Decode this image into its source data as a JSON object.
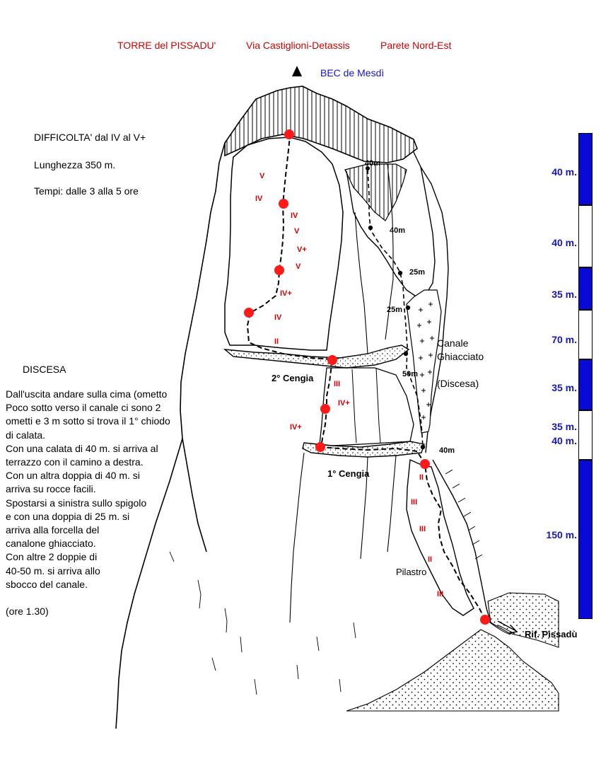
{
  "header": {
    "title_left": "TORRE del PISSADU'",
    "title_mid": "Via Castiglioni-Detassis",
    "title_right": "Parete Nord-Est"
  },
  "summit_label": "BEC de Mesdì",
  "info": {
    "difficulty": "DIFFICOLTA'  dal IV al V+",
    "length": "Lunghezza  350 m.",
    "times": "Tempi:  dalle 3 alla 5 ore"
  },
  "descent": {
    "heading": "DISCESA",
    "lines": [
      "Dall'uscita andare sulla cima (ometto",
      "Poco sotto verso il canale ci sono 2",
      "ometti e 3 m sotto si trova il 1° chiodo",
      "di calata.",
      "Con una calata di 40 m. si arriva al",
      "terrazzo con il camino a destra.",
      "Con un altra doppia di 40 m. si",
      "arriva su rocce facili.",
      "Spostarsi a sinistra sullo spigolo",
      "e con una doppia di 25 m. si",
      "arriva alla forcella del",
      "canalone ghiacciato.",
      "Con altre 2 doppie di",
      "40-50 m. si arriva allo",
      "sbocco del canale.",
      "",
      "(ore 1.30)"
    ]
  },
  "features": {
    "ledge_2": "2° Cengia",
    "ledge_1": "1° Cengia",
    "gully_line1": "Canale",
    "gully_line2": "Ghiacciato",
    "gully_line3": "(Discesa)",
    "pillar": "Pilastro",
    "hut": "Rif. Pissadù"
  },
  "rappels": [
    "40m",
    "40m",
    "25m",
    "25m",
    "50m",
    "40m"
  ],
  "grades": [
    "V",
    "IV",
    "IV",
    "V",
    "V+",
    "V",
    "IV+",
    "IV",
    "II",
    "III",
    "IV+",
    "IV+",
    "II",
    "III",
    "III",
    "II",
    "III"
  ],
  "length_scale": [
    {
      "label": "40 m.",
      "filled": true
    },
    {
      "label": "40 m.",
      "filled": false
    },
    {
      "label": "35 m.",
      "filled": true
    },
    {
      "label": "70 m.",
      "filled": false
    },
    {
      "label": "35 m.",
      "filled": true
    },
    {
      "label": "35 m.\n40 m.",
      "filled": false
    },
    {
      "label": "150 m.",
      "filled": true
    }
  ],
  "colors": {
    "title": "#d40000",
    "summit_label": "#1515c8",
    "grade": "#d40000",
    "belay": "#ff1a1a",
    "scale_fill": "#0a0ad6",
    "scale_label": "#1515c8",
    "ink": "#000000"
  }
}
